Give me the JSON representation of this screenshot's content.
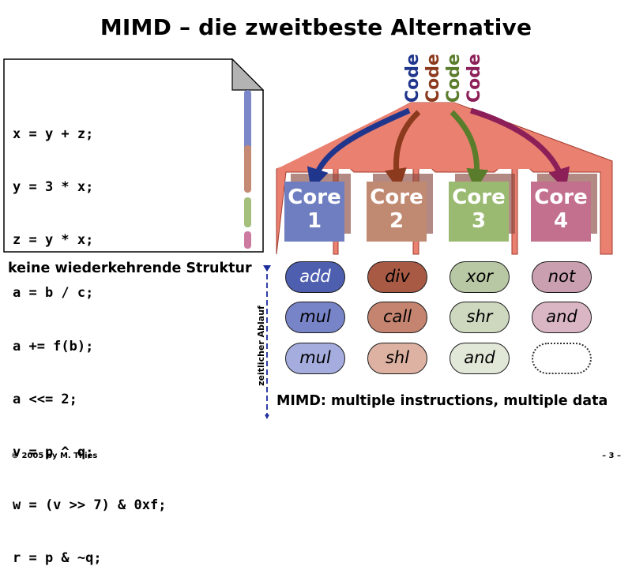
{
  "title": "MIMD – die zweitbeste Alternative",
  "code_lines": [
    "x = y + z;",
    "y = 3 * x;",
    "z = y * x;",
    "a = b / c;",
    "a += f(b);",
    "a <<= 2;",
    "v = p ^ q;",
    "w = (v >> 7) & 0xf;",
    "r = p & ~q;"
  ],
  "code_caption": "keine wiederkehrende Struktur",
  "code_labels": [
    "Code",
    "Code",
    "Code",
    "Code"
  ],
  "cores": [
    {
      "label": "Core",
      "number": "1",
      "color": "#6f7ec0"
    },
    {
      "label": "Core",
      "number": "2",
      "color": "#c08a72"
    },
    {
      "label": "Core",
      "number": "3",
      "color": "#9aba72"
    },
    {
      "label": "Core",
      "number": "4",
      "color": "#c2708e"
    }
  ],
  "colors": {
    "core1": "#20358c",
    "core2": "#8c3a1e",
    "core3": "#5a7d2c",
    "core4": "#8c1f58",
    "salmon": "#ea8070"
  },
  "instructions": [
    [
      "add",
      "mul",
      "mul"
    ],
    [
      "div",
      "call",
      "shl"
    ],
    [
      "xor",
      "shr",
      "and"
    ],
    [
      "not",
      "and",
      ""
    ]
  ],
  "instruction_colors": [
    [
      "#4e5fb0",
      "#7884c8",
      "#a4adde"
    ],
    [
      "#a85a44",
      "#c48470",
      "#ddb2a2"
    ],
    [
      "#b9c8a4",
      "#cdd8bf",
      "#e1e8d8"
    ],
    [
      "#caa0b0",
      "#dab6c4",
      "#ffffff"
    ]
  ],
  "time_label": "zeitlicher Ablauf",
  "mimd_caption": "MIMD: multiple instructions, multiple data",
  "footer_left": "© 2005 by M. Thies",
  "footer_right": "– 3 –"
}
